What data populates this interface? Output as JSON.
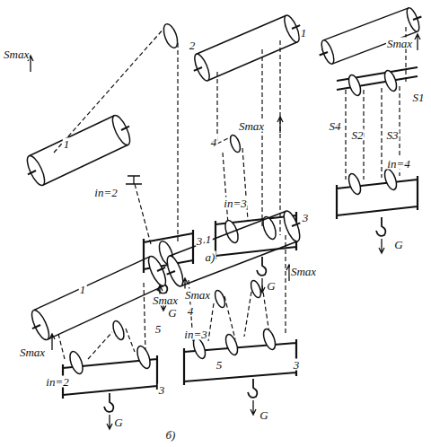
{
  "diagram": {
    "labels": [
      "Smax",
      "2",
      "1",
      "iп=2",
      "3",
      "G",
      "1",
      "Smax",
      "4",
      "iп=3",
      "3",
      "G",
      "Smax",
      "S1",
      "S4",
      "S2",
      "S3",
      "iп=4",
      "G",
      "а)",
      "1",
      "Smax",
      "5",
      "Smax",
      "iп=2",
      "3",
      "G",
      "1",
      "Smax",
      "Smax",
      "4",
      "iп=3",
      "5",
      "3",
      "G",
      "б)"
    ]
  }
}
